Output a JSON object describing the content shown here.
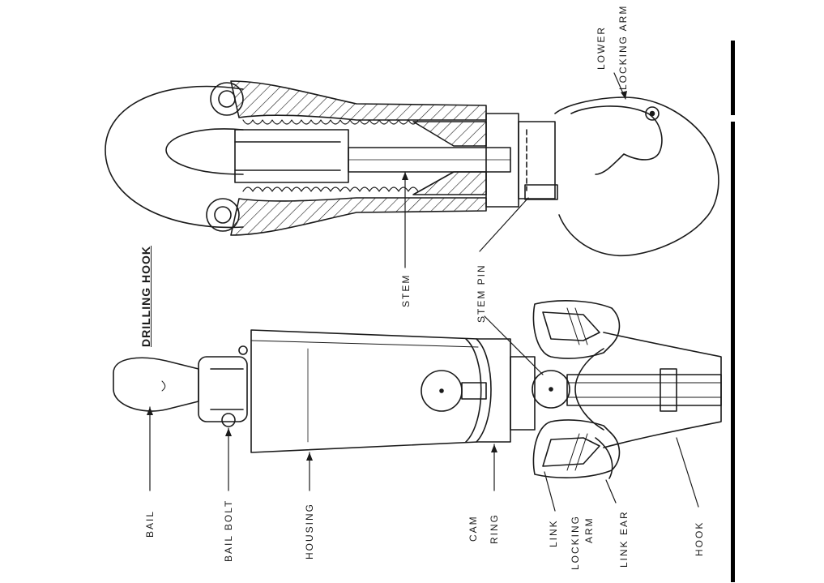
{
  "title": "DRILLING HOOK",
  "labels": {
    "bail": "BAIL",
    "bail_bolt": "BAIL BOLT",
    "housing": "HOUSING",
    "cam": "CAM",
    "ring": "RING",
    "link": "LINK",
    "locking": "LOCKING",
    "arm": "ARM",
    "link_ear": "LINK EAR",
    "hook": "HOOK",
    "stem": "STEM",
    "stem_pin": "STEM PIN",
    "lower": "LOWER",
    "locking_arm": "LOCKING ARM"
  },
  "colors": {
    "ink": "#1a1a1a",
    "paper": "#ffffff"
  }
}
